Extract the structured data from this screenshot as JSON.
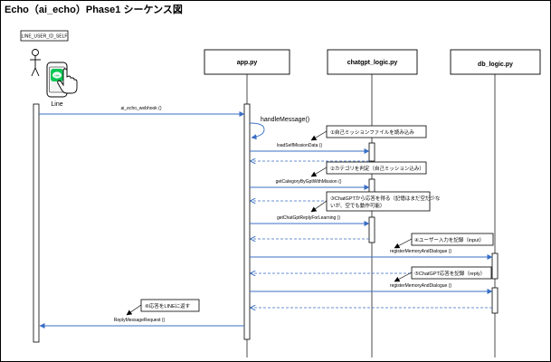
{
  "title": "Echo（ai_echo）Phase1 シーケンス図",
  "actor": {
    "id_label": "LINE_USER_ID_SELF",
    "app_label": "Line"
  },
  "participants": [
    {
      "label": "app.py"
    },
    {
      "label": "chatgpt_logic.py"
    },
    {
      "label": "db_logic.py"
    }
  ],
  "messages": [
    {
      "label": "ai_echo_webhook ()"
    },
    {
      "label": "handleMessage()"
    },
    {
      "label": "loadSelfMissionData ()"
    },
    {
      "label": "getCategoryByGptWithMission ()"
    },
    {
      "label": "getChatGptReplyForLearning ()"
    },
    {
      "label": "registerMemoryAndDialogue ()"
    },
    {
      "label": "registerMemoryAndDialogue ()"
    },
    {
      "label": "ReplyMessageRequest ()"
    }
  ],
  "notes": [
    {
      "lines": [
        "①自己ミッションファイルを読み込み"
      ]
    },
    {
      "lines": [
        "②カテゴリを判定（自己ミッション込み）"
      ]
    },
    {
      "lines": [
        "③ChatGPTから応答を得る（記憶はまだ空だ少な",
        "いが、空でも動作可能）"
      ]
    },
    {
      "lines": [
        "④ユーザー入力を記録（input）"
      ]
    },
    {
      "lines": [
        "⑤ChatGPT応答を記録（reply）"
      ]
    },
    {
      "lines": [
        "⑥応答をLINEに返す"
      ]
    }
  ],
  "colors": {
    "arrow": "#3a6fc4",
    "line_icon": "#06c755",
    "outline": "#000000"
  }
}
